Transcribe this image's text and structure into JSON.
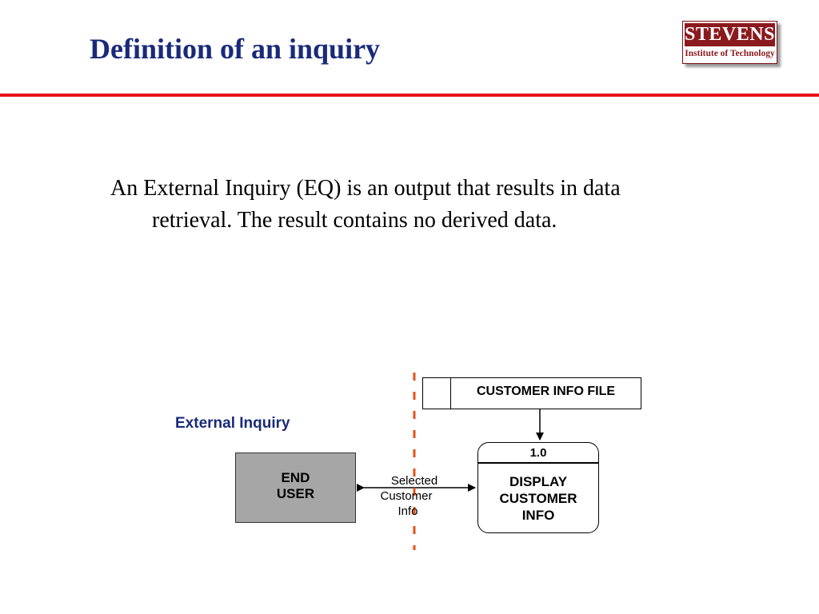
{
  "slide": {
    "title": "Definition of an inquiry",
    "logo": {
      "name": "STEVENS",
      "tagline": "Institute of Technology"
    },
    "body": {
      "line1": "An External Inquiry (EQ) is an output that results in data",
      "line2": "retrieval.  The result contains no derived data."
    }
  },
  "diagram": {
    "label": "External Inquiry",
    "external_entity": {
      "line1": "END",
      "line2": "USER"
    },
    "data_store": {
      "label": "CUSTOMER INFO FILE"
    },
    "process": {
      "id": "1.0",
      "line1": "DISPLAY",
      "line2": "CUSTOMER",
      "line3": "INFO"
    },
    "data_flow": {
      "line1": "Selected",
      "line2": "Customer",
      "line3": "Info"
    },
    "colors": {
      "boundary": "#e8501a",
      "entity_fill": "#a6a6a6",
      "title": "#1a2a7a",
      "rule": "#e8141a"
    }
  }
}
